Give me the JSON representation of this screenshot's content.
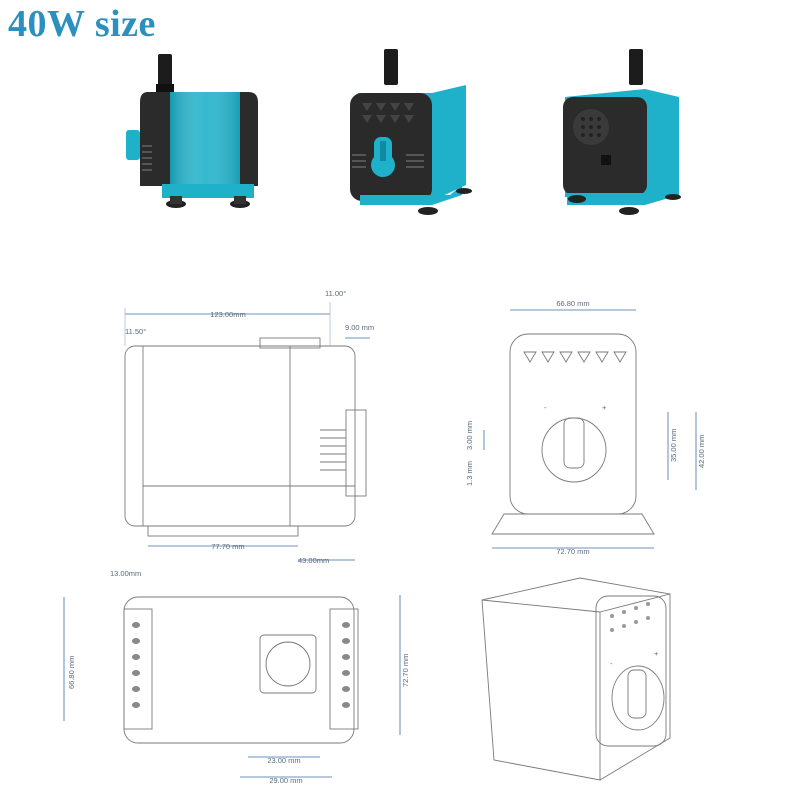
{
  "header": {
    "title": "40W size"
  },
  "colors": {
    "title": "#2b8fbf",
    "pump_accent": "#1fb1c9",
    "pump_body": "#2a2a2a",
    "dimension": "#3b6ea8"
  },
  "photos": [
    {
      "name": "side view photo"
    },
    {
      "name": "front view photo"
    },
    {
      "name": "rear view photo"
    }
  ],
  "side_view": {
    "dims": {
      "length": "123.00mm",
      "angle_top": "11.00°",
      "angle_left": "11.50°",
      "nozzle": "9.00 mm",
      "base": "77.70 mm",
      "foot": "13.00mm",
      "depth": "43.00mm"
    }
  },
  "front_view": {
    "dims": {
      "width": "66.80 mm",
      "base": "72.70 mm",
      "slot": "3.00 mm",
      "gap": "1.3 mm",
      "inlet_h": "35.00 mm",
      "total_h": "42.00 mm"
    },
    "labels": {
      "minus": "-",
      "plus": "+"
    }
  },
  "top_view": {
    "dims": {
      "height": "66.80 mm",
      "height2": "72.70 mm",
      "outlet": "23.00 mm",
      "outlet_outer": "29.00 mm"
    }
  },
  "iso_view": {
    "labels": {
      "minus": "-",
      "plus": "+"
    }
  }
}
